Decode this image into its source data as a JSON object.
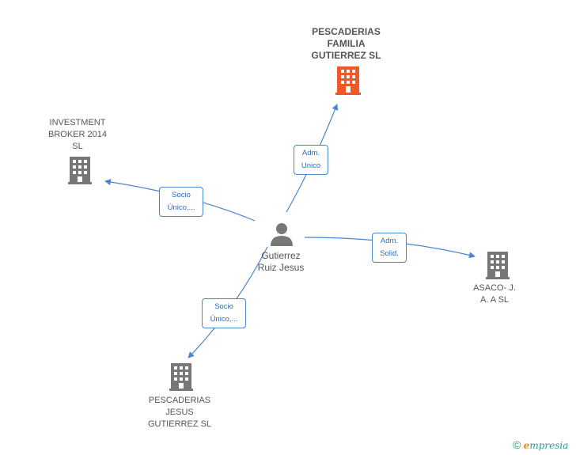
{
  "colors": {
    "edge": "#4a86d0",
    "building": "#777777",
    "building_main": "#f0582a",
    "person": "#777777"
  },
  "person": {
    "label": "Gutierrez\nRuiz Jesus",
    "icon": "person-icon"
  },
  "companies": {
    "pescaderias_familia": {
      "label": "PESCADERIAS\nFAMILIA\nGUTIERREZ SL",
      "icon": "building-icon"
    },
    "investment_broker": {
      "label": "INVESTMENT\nBROKER 2014\nSL",
      "icon": "building-icon"
    },
    "asaco": {
      "label": "ASACO- J.\nA. A SL",
      "icon": "building-icon"
    },
    "pescaderias_jesus": {
      "label": "PESCADERIAS\nJESUS\nGUTIERREZ  SL",
      "icon": "building-icon"
    }
  },
  "relations": {
    "to_pescaderias_familia": {
      "line1": "Adm.",
      "line2": "Unico"
    },
    "to_investment_broker": {
      "line1": "Socio",
      "line2": "Único,..."
    },
    "to_asaco": {
      "line1": "Adm.",
      "line2": "Solid."
    },
    "to_pescaderias_jesus": {
      "line1": "Socio",
      "line2": "Único,..."
    }
  },
  "footer": {
    "copyright": "©",
    "brand_first": "e",
    "brand_rest": "mpresia"
  }
}
